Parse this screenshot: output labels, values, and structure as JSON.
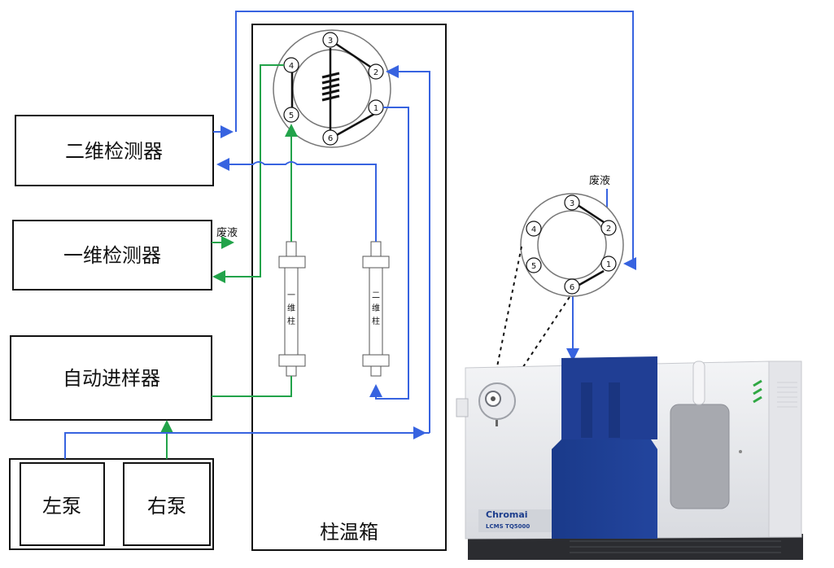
{
  "colors": {
    "blue_flow": "#3763e0",
    "green_flow": "#22a34a",
    "box_stroke": "#111111",
    "instrument_blue": "#1c3d8c"
  },
  "boxes": {
    "detector_2d": "二维检测器",
    "detector_1d": "一维检测器",
    "autosampler": "自动进样器",
    "left_pump": "左泵",
    "right_pump": "右泵",
    "column_oven": "柱温箱"
  },
  "waste_labels": {
    "waste_1d": "废液",
    "waste_switch": "废液"
  },
  "columns": {
    "column_1d": [
      "一",
      "维",
      "柱"
    ],
    "column_2d": [
      "二",
      "维",
      "柱"
    ]
  },
  "valve_main_ports": [
    "1",
    "2",
    "3",
    "4",
    "5",
    "6"
  ],
  "valve_switch_ports": [
    "1",
    "2",
    "3",
    "4",
    "5",
    "6"
  ],
  "instrument": {
    "brand": "Chromai",
    "model": "LCMS TQ5000"
  },
  "icons": {
    "sample_loop": "coil-icon",
    "arrowhead": "arrow-icon"
  }
}
